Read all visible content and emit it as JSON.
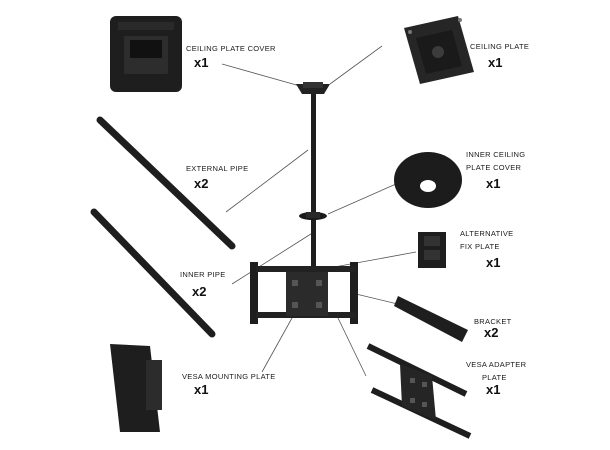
{
  "parts": [
    {
      "id": "ceiling-plate-cover",
      "label": "CEILING PLATE COVER",
      "qty": "x1"
    },
    {
      "id": "ceiling-plate",
      "label": "CEILING PLATE",
      "qty": "x1"
    },
    {
      "id": "external-pipe",
      "label": "EXTERNAL PIPE",
      "qty": "x2"
    },
    {
      "id": "inner-ceiling-plate-cover",
      "label_line1": "INNER CEILING",
      "label_line2": "PLATE COVER",
      "qty": "x1"
    },
    {
      "id": "alternative-fix-plate",
      "label_line1": "ALTERNATIVE",
      "label_line2": "FIX PLATE",
      "qty": "x1"
    },
    {
      "id": "inner-pipe",
      "label": "INNER PIPE",
      "qty": "x2"
    },
    {
      "id": "bracket",
      "label": "BRACKET",
      "qty": "x2"
    },
    {
      "id": "vesa-mounting-plate",
      "label": "VESA MOUNTING PLATE",
      "qty": "x1"
    },
    {
      "id": "vesa-adapter-plate",
      "label_line1": "VESA ADAPTER",
      "label_line2": "PLATE",
      "qty": "x1"
    }
  ],
  "colors": {
    "part": "#1c1c1c",
    "part_highlight": "#3a3a3a",
    "leader": "#555555"
  }
}
